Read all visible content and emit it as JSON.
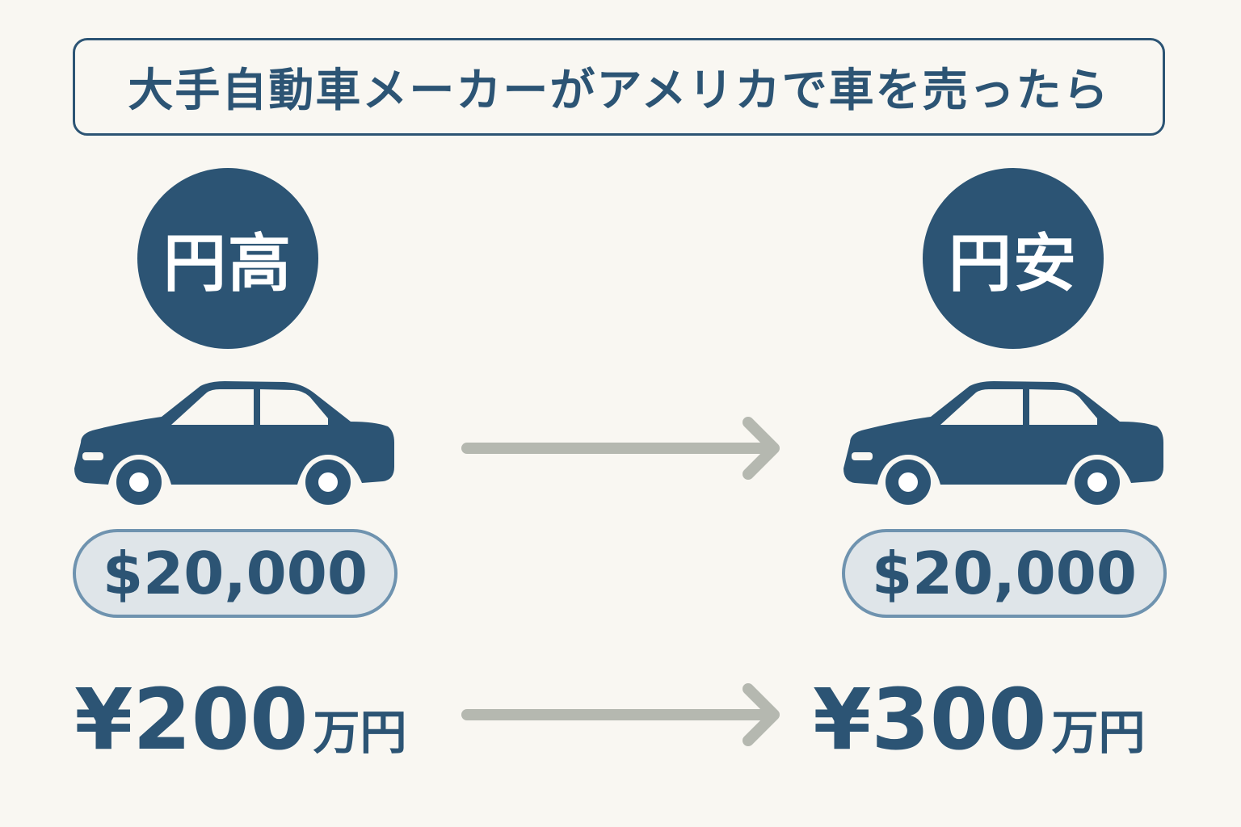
{
  "title": "大手自動車メーカーがアメリカで車を売ったら",
  "left": {
    "badge": "円高",
    "usd_price": "$20,000",
    "yen_amount": "¥200",
    "yen_unit": "万円"
  },
  "right": {
    "badge": "円安",
    "usd_price": "$20,000",
    "yen_amount": "¥300",
    "yen_unit": "万円"
  },
  "icons": {
    "car": "car-icon",
    "arrow": "arrow-right-icon"
  },
  "colors": {
    "primary": "#2c5474",
    "pill_fill": "#dfe5e9",
    "pill_border": "#6f93af",
    "arrow": "#b5b8b0",
    "background": "#f9f7f2"
  }
}
